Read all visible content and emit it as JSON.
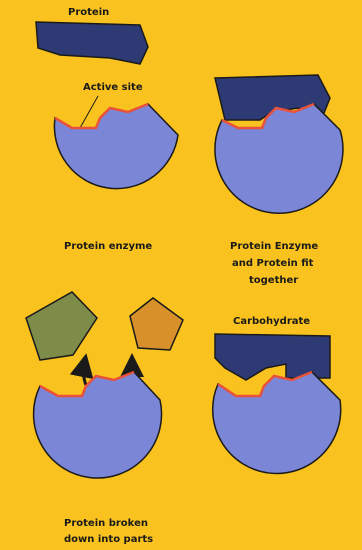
{
  "labels": {
    "protein": "Protein",
    "active_site": "Active site",
    "protein_enzyme": "Protein enzyme",
    "fit_line1": "Protein Enzyme",
    "fit_line2": "and Protein fit",
    "fit_line3": "together",
    "carbohydrate": "Carbohydrate",
    "broken_line1": "Protein broken",
    "broken_line2": "down into parts"
  },
  "colors": {
    "background": "#f9c21e",
    "enzyme": "#7b86d6",
    "substrate": "#2e3a73",
    "active_site_edge": "#e8513a",
    "fragment_green": "#7e8c4a",
    "fragment_orange": "#d7902a",
    "outline": "#1a1a1a"
  },
  "icons": {
    "arrow": "curved-arrow-icon"
  }
}
